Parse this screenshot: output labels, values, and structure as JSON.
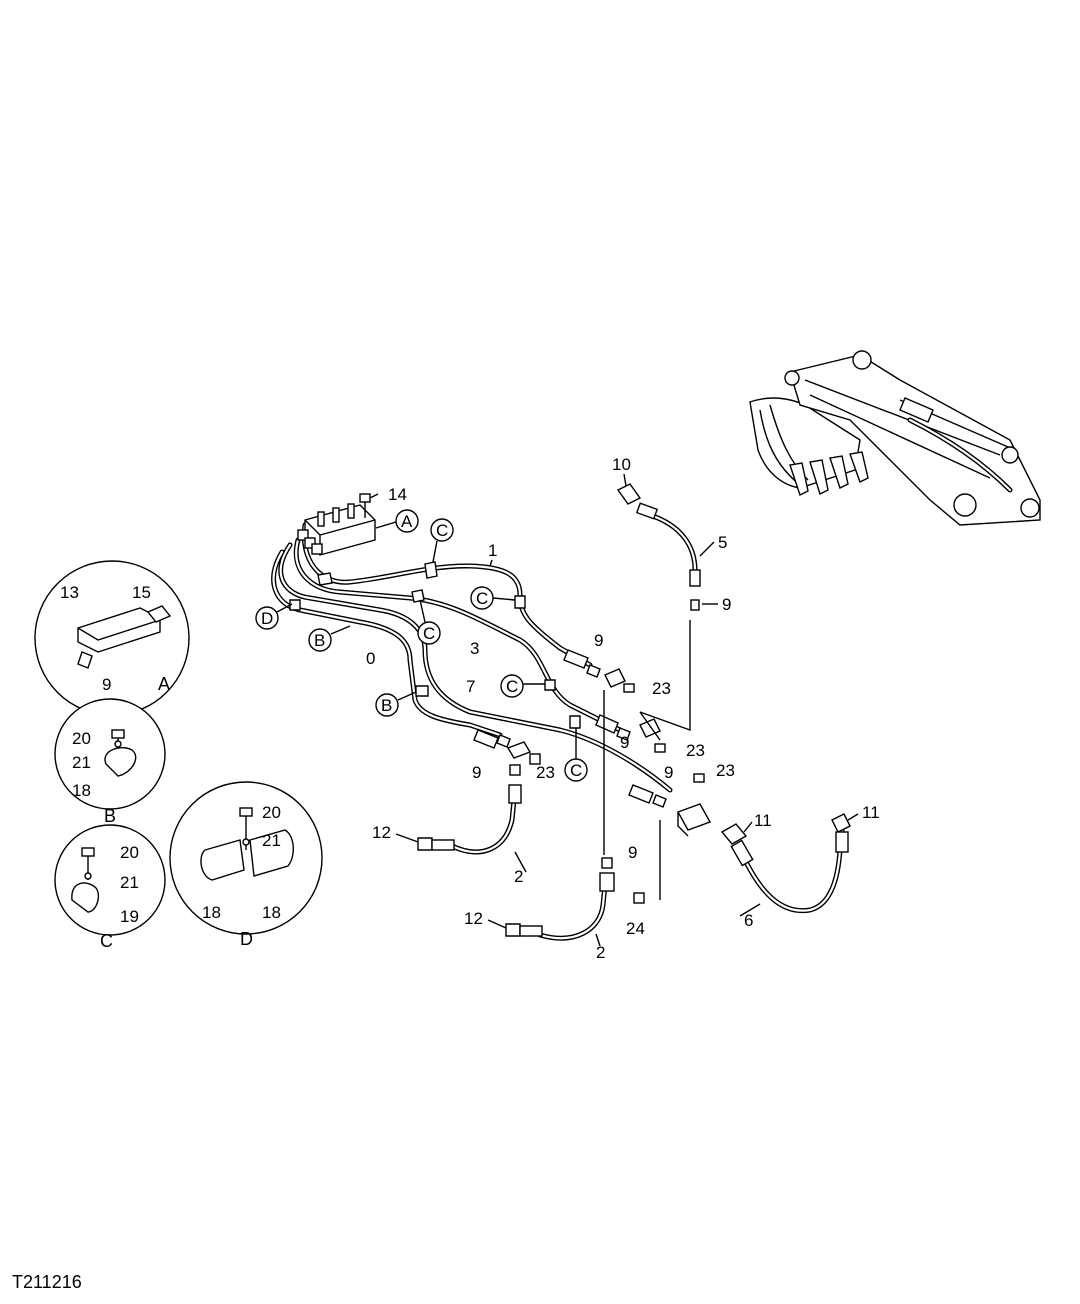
{
  "figure_id": "T211216",
  "callouts": {
    "c0": "0",
    "c1": "1",
    "c2a": "2",
    "c2b": "2",
    "c3": "3",
    "c5": "5",
    "c6": "6",
    "c7": "7",
    "c9a": "9",
    "c9b": "9",
    "c9c": "9",
    "c9d": "9",
    "c9e": "9",
    "c9f": "9",
    "c10": "10",
    "c11a": "11",
    "c11b": "11",
    "c12a": "12",
    "c12b": "12",
    "c14": "14",
    "c23a": "23",
    "c23b": "23",
    "c23c": "23",
    "c23d": "23",
    "c24": "24"
  },
  "refs": {
    "rA": "A",
    "rB1": "B",
    "rB2": "B",
    "rC1": "C",
    "rC2": "C",
    "rC3": "C",
    "rC4": "C",
    "rC5": "C",
    "rD": "D"
  },
  "details": {
    "A": {
      "title": "A",
      "labels": [
        "13",
        "15",
        "9"
      ]
    },
    "B": {
      "title": "B",
      "labels": [
        "20",
        "21",
        "18"
      ]
    },
    "C": {
      "title": "C",
      "labels": [
        "20",
        "21",
        "19"
      ]
    },
    "D": {
      "title": "D",
      "labels": [
        "20",
        "21",
        "18",
        "18"
      ]
    }
  }
}
